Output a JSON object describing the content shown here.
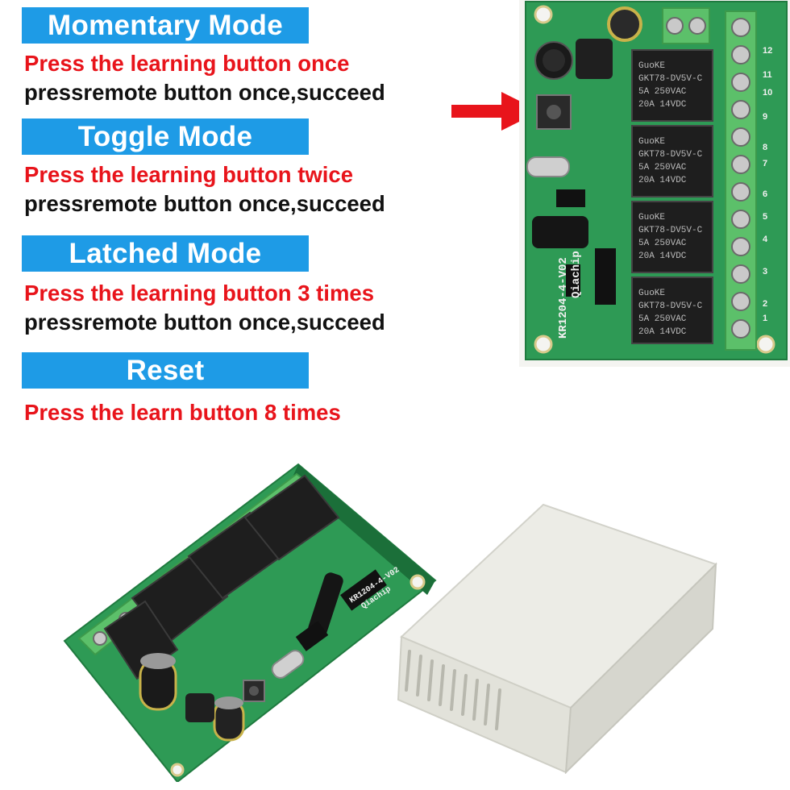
{
  "modes": [
    {
      "title": "Momentary Mode",
      "step1": "Press the learning button once",
      "step2": "pressremote button once,succeed"
    },
    {
      "title": "Toggle Mode",
      "step1": "Press the learning button twice",
      "step2": "pressremote button once,succeed"
    },
    {
      "title": "Latched Mode",
      "step1": "Press the learning button 3 times",
      "step2": "pressremote button once,succeed"
    },
    {
      "title": "Reset",
      "step1": "Press the learn button 8 times"
    }
  ],
  "board_top": {
    "model": "KR1204-4-V02",
    "brand": "Qiachip",
    "relay_brand": "GuoKE",
    "relay_model": "GKT78-DV5V-C",
    "relay_rating_ac": "5A 250VAC",
    "relay_rating_dc": "20A 14VDC",
    "terminal_labels": [
      "12",
      "11",
      "10",
      "9",
      "8",
      "7",
      "6",
      "5",
      "4",
      "3",
      "2",
      "1"
    ]
  },
  "board_bottom": {
    "model": "KR1204-4-V02",
    "brand": "Qiachip"
  },
  "colors": {
    "header_bg": "#1e9be6",
    "step_red": "#e8141b",
    "pcb_green": "#2e9a55",
    "terminal_green": "#5cc06a",
    "relay_black": "#222222",
    "arrow_red": "#e8141b",
    "case_white": "#e9e9e2"
  }
}
